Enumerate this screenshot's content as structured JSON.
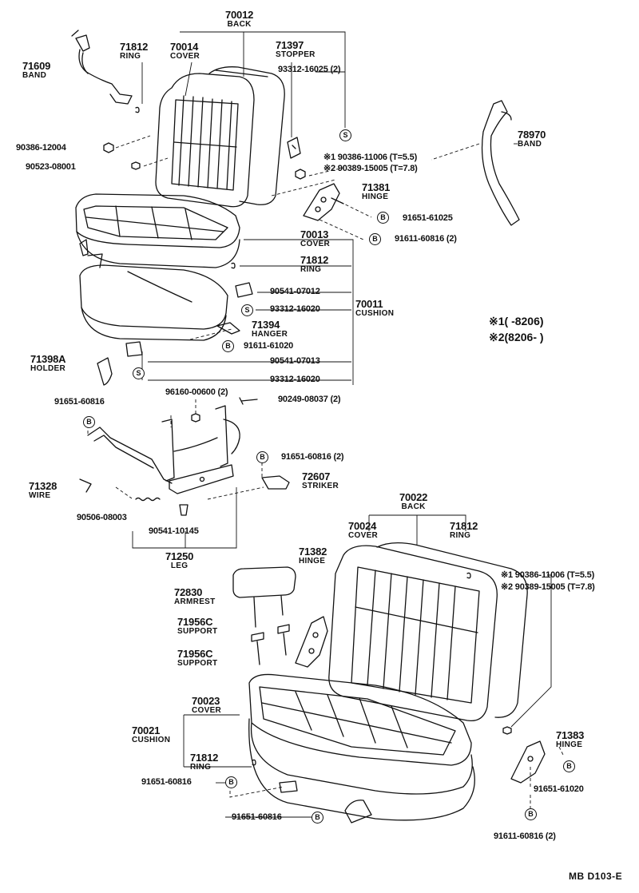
{
  "footer_code": "MB  D103-E",
  "legend": {
    "row1": "※1(      -8206)",
    "row2": "※2(8206-      )"
  },
  "parts": {
    "p70012": {
      "num": "70012",
      "name": "BACK"
    },
    "p71812a": {
      "num": "71812",
      "name": "RING"
    },
    "p70014": {
      "num": "70014",
      "name": "COVER"
    },
    "p71397": {
      "num": "71397",
      "name": "STOPPER"
    },
    "p71609": {
      "num": "71609",
      "name": "BAND"
    },
    "p93312_16025": {
      "num": "93312-16025 (2)"
    },
    "p90386_12004": {
      "num": "90386-12004"
    },
    "p90523_08001": {
      "num": "90523-08001"
    },
    "p78970": {
      "num": "78970",
      "name": "BAND"
    },
    "p_note1a": {
      "num": "※1 90386-11006 (T=5.5)"
    },
    "p_note2a": {
      "num": "※2 90389-15005 (T=7.8)"
    },
    "p71381": {
      "num": "71381",
      "name": "HINGE"
    },
    "p91651_61025": {
      "num": "91651-61025"
    },
    "p91611_60816a": {
      "num": "91611-60816 (2)"
    },
    "p70013": {
      "num": "70013",
      "name": "COVER"
    },
    "p71812b": {
      "num": "71812",
      "name": "RING"
    },
    "p90541_07012": {
      "num": "90541-07012"
    },
    "p93312_16020a": {
      "num": "93312-16020"
    },
    "p70011": {
      "num": "70011",
      "name": "CUSHION"
    },
    "p71394": {
      "num": "71394",
      "name": "HANGER"
    },
    "p91611_61020": {
      "num": "91611-61020"
    },
    "p71398A": {
      "num": "71398A",
      "name": "HOLDER"
    },
    "p90541_07013": {
      "num": "90541-07013"
    },
    "p93312_16020b": {
      "num": "93312-16020"
    },
    "p91651_60816a": {
      "num": "91651-60816"
    },
    "p96160_00600": {
      "num": "96160-00600 (2)"
    },
    "p90249_08037": {
      "num": "90249-08037 (2)"
    },
    "p91651_60816b": {
      "num": "91651-60816 (2)"
    },
    "p72607": {
      "num": "72607",
      "name": "STRIKER"
    },
    "p71328": {
      "num": "71328",
      "name": "WIRE"
    },
    "p90506_08003": {
      "num": "90506-08003"
    },
    "p90541_10145": {
      "num": "90541-10145"
    },
    "p71250": {
      "num": "71250",
      "name": "LEG"
    },
    "p70022": {
      "num": "70022",
      "name": "BACK"
    },
    "p70024": {
      "num": "70024",
      "name": "COVER"
    },
    "p71812c": {
      "num": "71812",
      "name": "RING"
    },
    "p71382": {
      "num": "71382",
      "name": "HINGE"
    },
    "p72830": {
      "num": "72830",
      "name": "ARMREST"
    },
    "p_note1b": {
      "num": "※1 90386-11006 (T=5.5)"
    },
    "p_note2b": {
      "num": "※2 90389-15005 (T=7.8)"
    },
    "p71956Ca": {
      "num": "71956C",
      "name": "SUPPORT"
    },
    "p71956Cb": {
      "num": "71956C",
      "name": "SUPPORT"
    },
    "p70023": {
      "num": "70023",
      "name": "COVER"
    },
    "p70021": {
      "num": "70021",
      "name": "CUSHION"
    },
    "p71812d": {
      "num": "71812",
      "name": "RING"
    },
    "p91651_60816c": {
      "num": "91651-60816"
    },
    "p91651_60816d": {
      "num": "91651-60816"
    },
    "p71383": {
      "num": "71383",
      "name": "HINGE"
    },
    "p91651_61020": {
      "num": "91651-61020"
    },
    "p91611_60816b": {
      "num": "91611-60816 (2)"
    }
  },
  "marks": {
    "S": "S",
    "B": "B"
  }
}
